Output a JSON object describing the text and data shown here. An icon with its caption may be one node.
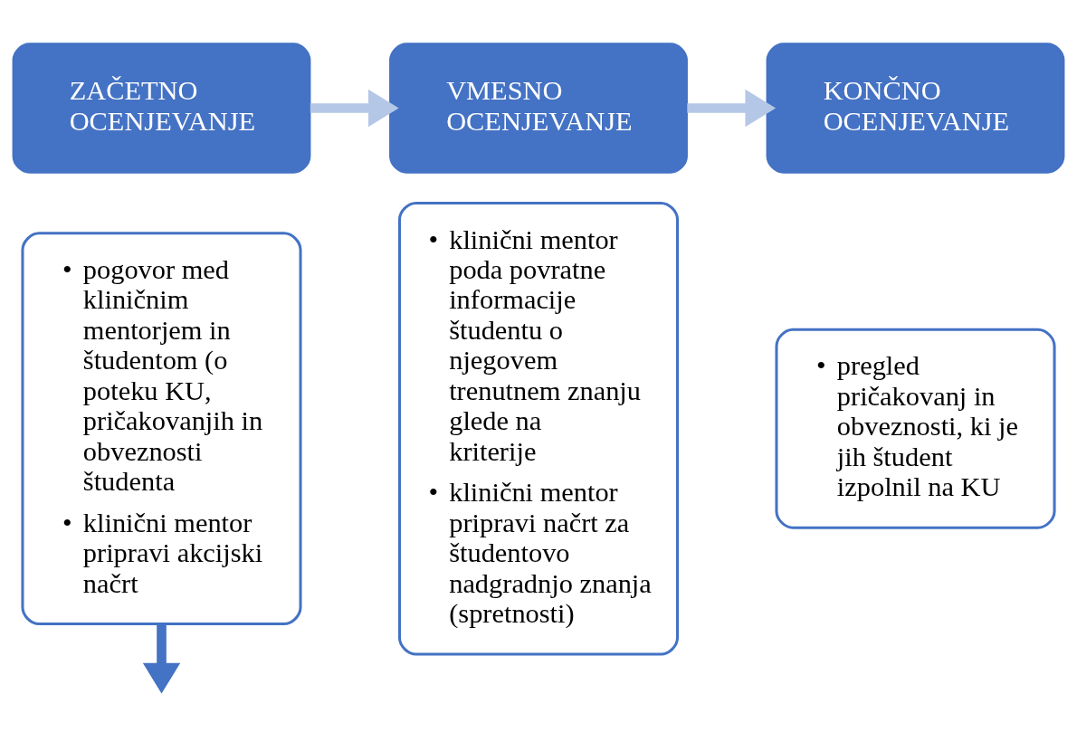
{
  "diagram": {
    "nodes": [
      {
        "text": [
          "ZAČETNO OCENJEVANJE"
        ]
      },
      {
        "text": [
          "• pogovor med kliničnim mentorjem in študentom (o poteku KU, pričakovanjih in obveznosti študenta",
          "• klinični mentor pripravi akcijski načrt"
        ]
      },
      {
        "text": [
          "VMESNO OCENJEVANJE"
        ]
      },
      {
        "text": [
          "• klinični mentor poda povratne informacije študentu o njegovem trenutnem znanju glede na kriterije",
          "• klinični mentor pripravi načrt za študentovo nadgradnjo znanja (spretnosti)"
        ]
      },
      {
        "text": [
          "KONČNO OCENJEVANJE"
        ]
      },
      {
        "text": [
          "• pregled pričakovanj in obveznosti, ki je jih študent izpolnil na KU"
        ]
      }
    ],
    "edges": [
      {
        "from": 0,
        "to": 2,
        "arrow": "to"
      },
      {
        "from": 2,
        "to": 4,
        "arrow": "to"
      },
      {
        "from": 1,
        "to": null,
        "arrow": "to",
        "color": "#4472c4"
      }
    ]
  }
}
